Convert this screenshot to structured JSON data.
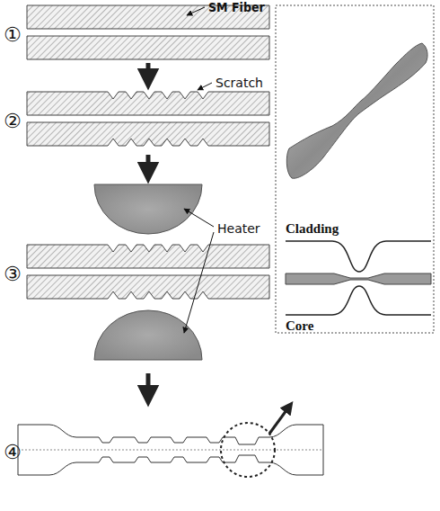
{
  "diagram": {
    "labels": [
      "SM Fiber",
      "Scratch",
      "Heater",
      "Cladding",
      "Core",
      "①",
      "②",
      "③",
      "④"
    ]
  }
}
